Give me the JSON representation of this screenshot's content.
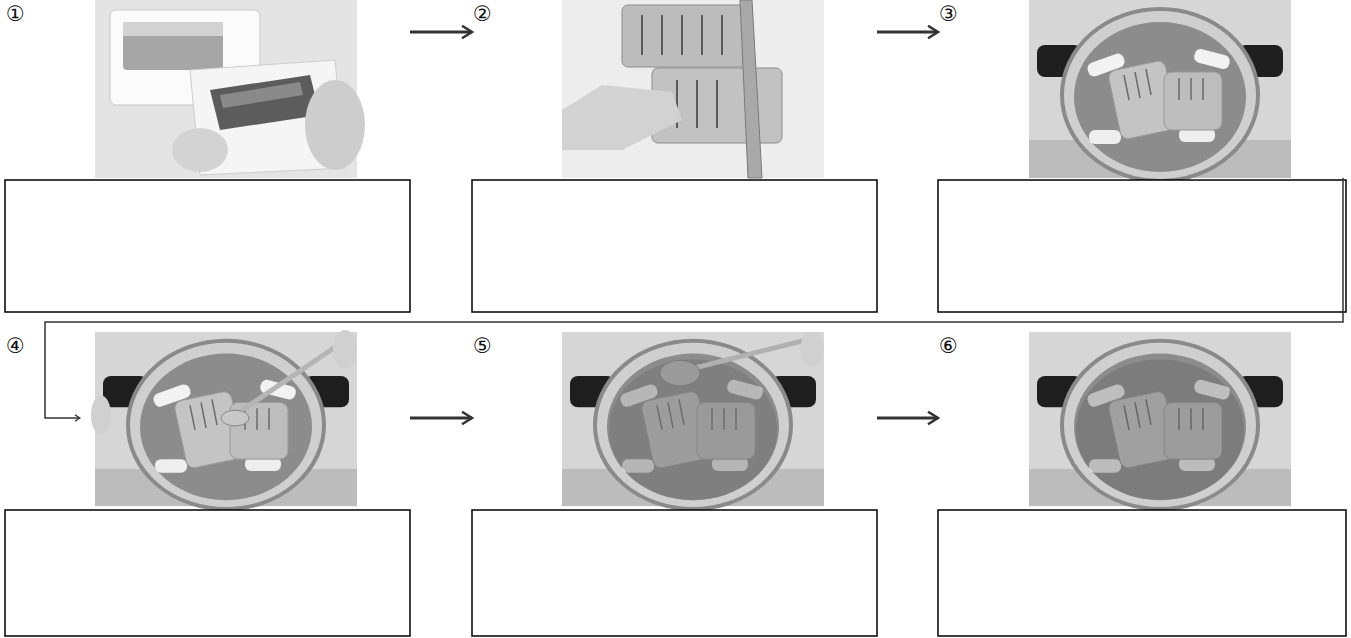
{
  "diagram": {
    "nodes": [
      {
        "text": [
          "①"
        ]
      },
      {
        "text": [
          "②"
        ]
      },
      {
        "text": [
          "③"
        ]
      },
      {
        "text": [
          "④"
        ]
      },
      {
        "text": [
          "⑤"
        ]
      },
      {
        "text": [
          "⑥"
        ]
      }
    ],
    "edges": [
      {
        "from": 0,
        "to": 1,
        "arrow": "to"
      },
      {
        "from": 1,
        "to": 2,
        "arrow": "to"
      },
      {
        "from": 2,
        "to": 3,
        "arrow": "to"
      },
      {
        "from": 3,
        "to": 4,
        "arrow": "to"
      },
      {
        "from": 4,
        "to": 5,
        "arrow": "to"
      }
    ]
  }
}
